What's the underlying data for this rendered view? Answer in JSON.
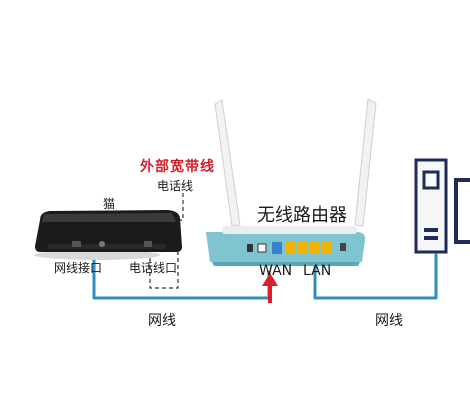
{
  "colors": {
    "cable": "#2f8fb6",
    "arrow": "#d9202a",
    "external_label": "#d9202a",
    "router_band": "#7fc4cf",
    "router_body": "#ffffff",
    "lan_port": "#f2b400",
    "wan_port": "#3b7fd0",
    "modem_body": "#1b1b1b"
  },
  "labels": {
    "external_broadband": "外部宽带线",
    "phone_line_top": "电话线",
    "modem": "猫",
    "modem_ports": {
      "network": "网线接口",
      "phone": "电话线口"
    },
    "router": "无线路由器",
    "wan": "WAN",
    "lan": "LAN",
    "cable_left": "网线",
    "cable_right": "网线"
  },
  "icons": [
    "modem-device",
    "router-device",
    "antenna",
    "computer-tower",
    "monitor",
    "arrow-up-icon"
  ]
}
